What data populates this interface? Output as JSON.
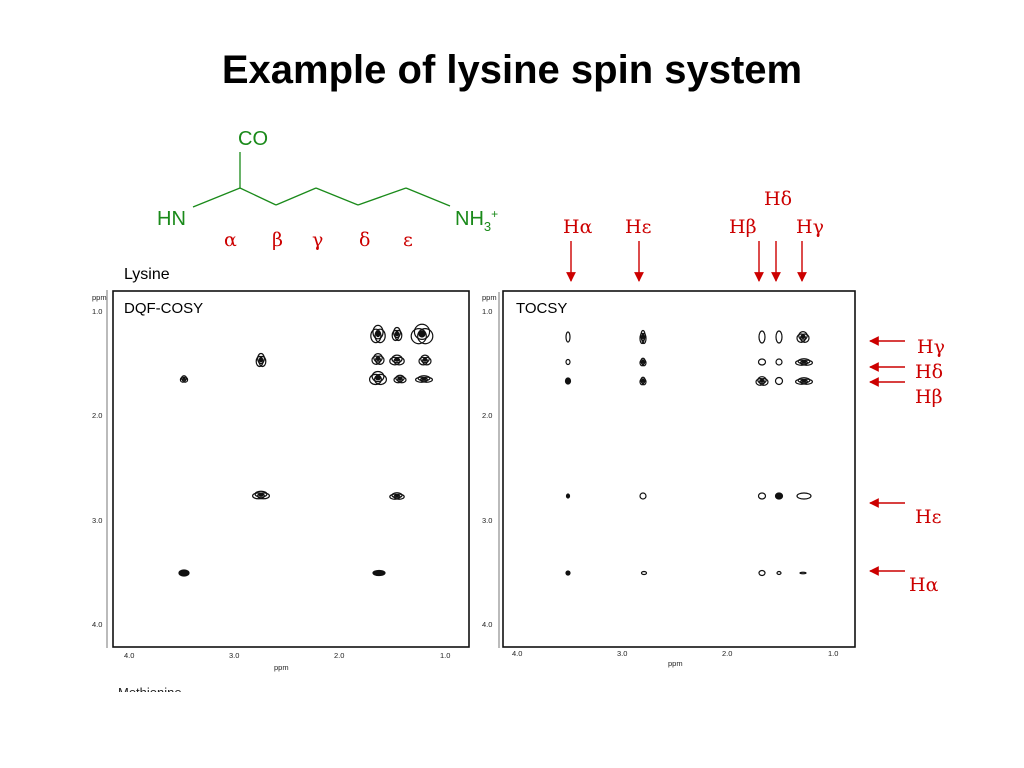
{
  "slide": {
    "title": "Example of lysine spin system"
  },
  "structure": {
    "co": "CO",
    "hn": "HN",
    "nh3_base": "NH",
    "nh3_sub": "3",
    "nh3_sup": "+",
    "positions": [
      "α",
      "β",
      "γ",
      "δ",
      "ε"
    ],
    "colors": {
      "bond": "#1a8a1a",
      "greek": "#cc0000",
      "arrow": "#cc0000"
    }
  },
  "spectra": {
    "figure_title": "Lysine",
    "panels": [
      {
        "name": "dqf-cosy",
        "label": "DQF-COSY"
      },
      {
        "name": "tocsy",
        "label": "TOCSY"
      }
    ],
    "x_ticks": [
      "4.0",
      "3.0",
      "2.0",
      "1.0"
    ],
    "y_ticks": [
      "1.0",
      "2.0",
      "3.0",
      "4.0"
    ],
    "axis_unit": "ppm",
    "cut_text": "Methionine"
  },
  "annotations": {
    "top": [
      "Hα",
      "Hε",
      "Hβ",
      "Hδ",
      "Hγ"
    ],
    "right": [
      "Hγ",
      "Hδ",
      "Hβ",
      "Hε",
      "Hα"
    ]
  }
}
